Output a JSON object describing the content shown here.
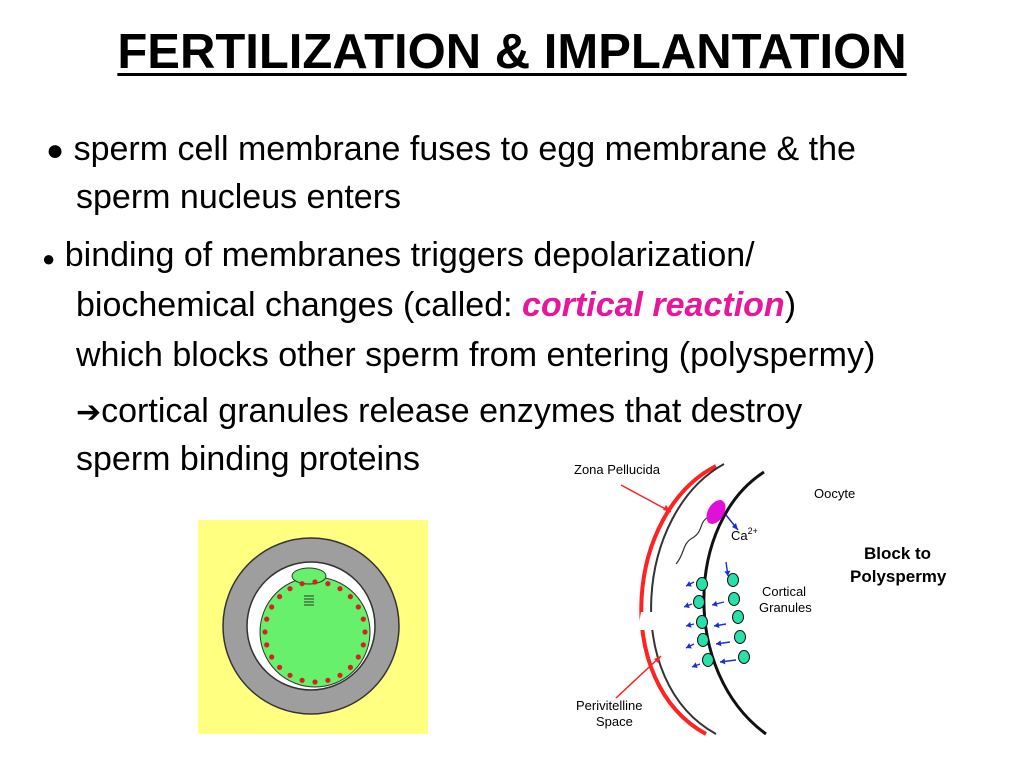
{
  "slide": {
    "title": "FERTILIZATION & IMPLANTATION",
    "bullets": [
      {
        "marker": "●",
        "line1": "sperm cell membrane fuses to egg membrane & the",
        "line2": "sperm nucleus enters"
      },
      {
        "marker": "●",
        "line1": "binding of membranes triggers depolarization/",
        "line2_prefix": "biochemical changes (called: ",
        "line2_highlight": "cortical reaction",
        "line2_suffix": ")",
        "line3": "which blocks other sperm from entering (polyspermy)"
      }
    ],
    "sub_bullet": {
      "arrow": "➔",
      "line1": "cortical granules release enzymes that destroy",
      "line2": "sperm binding proteins"
    },
    "colors": {
      "highlight": "#e6179b",
      "egg_background": "#ffff80",
      "zona_gray": "#9e9e9e",
      "cytoplasm_green": "#66f06b",
      "granule_red": "#d92020",
      "zona_red": "#ff2222",
      "ca_arrow_blue": "#1b2fd6",
      "sperm_magenta": "#e010d8",
      "granule_green": "#28e0a8"
    }
  },
  "diagram": {
    "zona_label": "Zona Pellucida",
    "oocyte_label": "Oocyte",
    "calcium_label": "Ca",
    "calcium_sup": "2+",
    "cortical_label_1": "Cortical",
    "cortical_label_2": "Granules",
    "perivitelline_label_1": "Perivitelline",
    "perivitelline_label_2": "Space",
    "block_label_1": "Block to",
    "block_label_2": "Polyspermy"
  }
}
